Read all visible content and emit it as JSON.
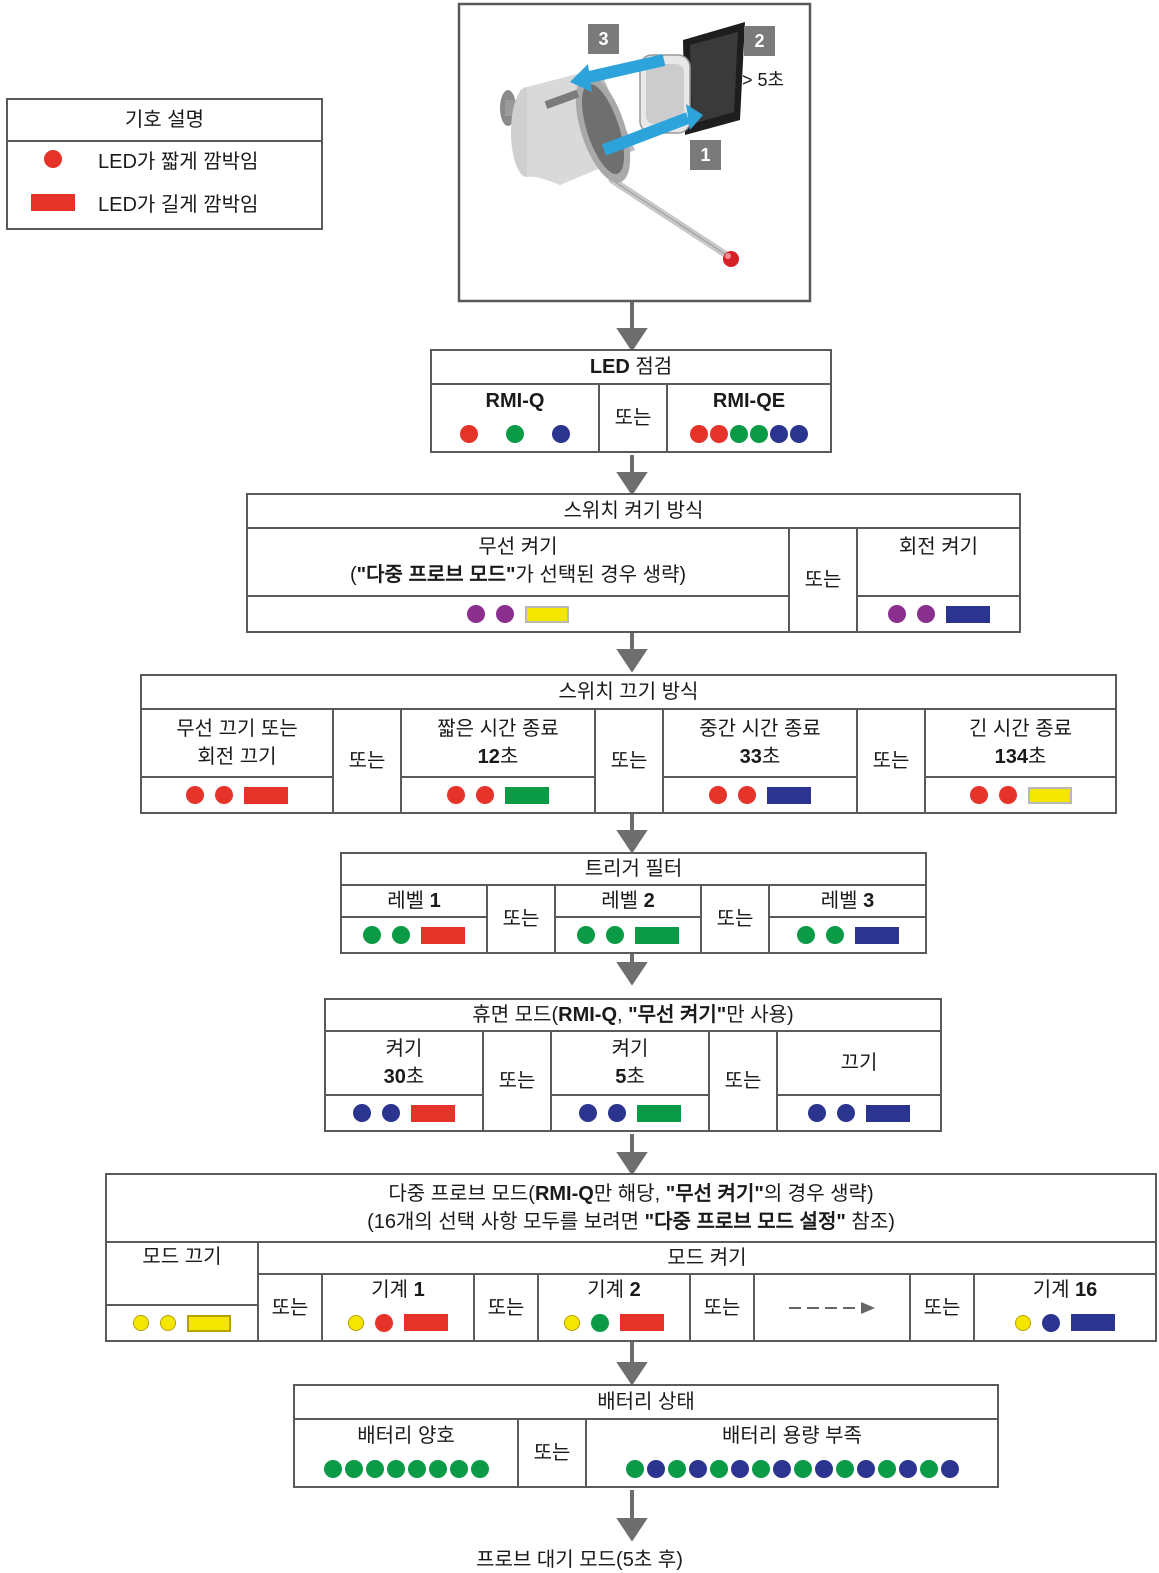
{
  "legend": {
    "title": "기호 설명",
    "short_blink": "LED가 짧게 깜박임",
    "long_blink": "LED가 길게 깜박임"
  },
  "photo": {
    "step1": "1",
    "step2": "2",
    "step3": "3",
    "hold_time": "> 5초"
  },
  "colors": {
    "red": "#e5332a",
    "green": "#0b9a46",
    "blue": "#2b3590",
    "purple": "#8b2f8f",
    "yellow": "#f4e600",
    "border": "#5a5a5a",
    "arrow": "#6e6e6e"
  },
  "led_check": {
    "title_bold": "LED",
    "title_rest": " 점검",
    "left_label": "RMI-Q",
    "or": "또는",
    "right_label": "RMI-QE"
  },
  "switch_on": {
    "title": "스위치 켜기 방식",
    "radio_on": "무선 켜기",
    "radio_note_open": "(",
    "radio_note_bold": "\"다중 프로브 모드\"",
    "radio_note_rest": "가 선택된 경우 생략)",
    "or": "또는",
    "spin_on": "회전 켜기"
  },
  "switch_off": {
    "title": "스위치 끄기 방식",
    "opt1_line1": "무선 끄기 또는",
    "opt1_line2": "회전 끄기",
    "or": "또는",
    "opt2_line1": "짧은 시간 종료",
    "opt2_num": "12",
    "opt2_unit": "초",
    "opt3_line1": "중간 시간 종료",
    "opt3_num": "33",
    "opt3_unit": "초",
    "opt4_line1": "긴 시간 종료",
    "opt4_num": "134",
    "opt4_unit": "초"
  },
  "trigger_filter": {
    "title": "트리거 필터",
    "level_label": "레벨 ",
    "level1": "1",
    "level2": "2",
    "level3": "3",
    "or": "또는"
  },
  "sleep_mode": {
    "title_a": "휴면 모드(",
    "title_b": "RMI-Q",
    "title_c": ", ",
    "title_d": "\"무선 켜기\"",
    "title_e": "만 사용)",
    "on_label": "켜기",
    "opt1_num": "30",
    "opt1_unit": "초",
    "opt2_num": "5",
    "opt2_unit": "초",
    "off_label": "끄기",
    "or": "또는"
  },
  "multi_probe": {
    "title_a": "다중 프로브 모드(",
    "title_b": "RMI-Q",
    "title_c": "만 해당, ",
    "title_d": "\"무선 켜기\"",
    "title_e": "의 경우 생략)",
    "sub_a": "(16개의 선택 사항 모두를 보려면 ",
    "sub_b": "\"다중 프로브 모드 설정\"",
    "sub_c": " 참조)",
    "mode_off": "모드 끄기",
    "mode_on": "모드 켜기",
    "machine_label": "기계 ",
    "m1": "1",
    "m2": "2",
    "m16": "16",
    "or": "또는"
  },
  "battery": {
    "title": "배터리 상태",
    "good": "배터리 양호",
    "or": "또는",
    "low": "배터리 용량 부족"
  },
  "final": "프로브 대기 모드(5초 후)"
}
